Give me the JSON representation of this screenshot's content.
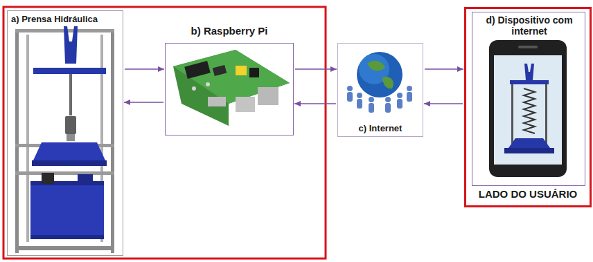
{
  "diagram": {
    "nodes": [
      {
        "text": [
          "a) Prensa Hidráulica"
        ]
      },
      {
        "text": [
          "b) Raspberry Pi"
        ]
      },
      {
        "text": [
          "c) Internet"
        ]
      },
      {
        "text": [
          "LADO DO USUÁRIO"
        ]
      },
      {
        "text": [
          "d) Dispositivo com internet"
        ],
        "in": 3
      }
    ],
    "edges": [
      {
        "from": 0,
        "to": 1,
        "arrow": "to"
      },
      {
        "from": 1,
        "to": 0,
        "arrow": "to"
      },
      {
        "from": 1,
        "to": 2,
        "arrow": "to"
      },
      {
        "from": 2,
        "to": 1,
        "arrow": "to"
      },
      {
        "from": 2,
        "to": 3,
        "arrow": "to"
      },
      {
        "from": 3,
        "to": 2,
        "arrow": "to"
      }
    ]
  }
}
